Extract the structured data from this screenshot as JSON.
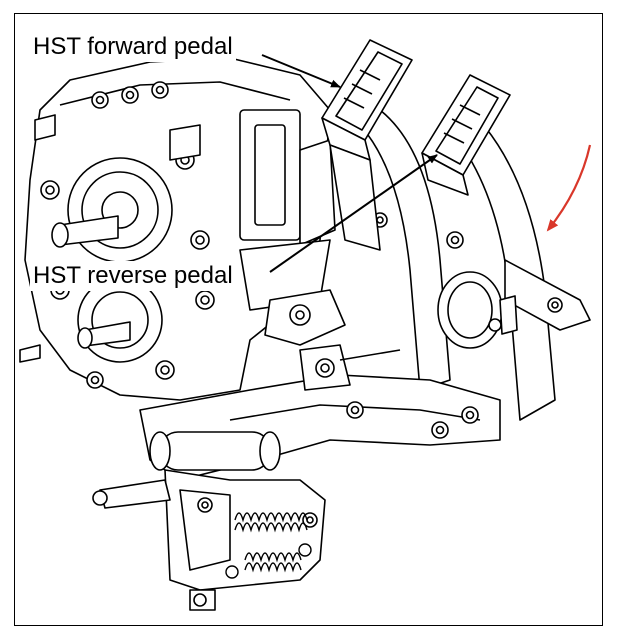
{
  "figure": {
    "callouts": {
      "forward": "HST forward pedal",
      "reverse": "HST reverse pedal"
    },
    "components": [
      "hydrostatic-transmission-pump",
      "hst-forward-pedal",
      "hst-reverse-pedal",
      "pedal-mount-bracket",
      "return-springs",
      "linkage-arm",
      "damper-cylinder"
    ],
    "colors": {
      "line": "#000000",
      "direction_arrow": "#d9372a",
      "background": "#ffffff"
    }
  }
}
